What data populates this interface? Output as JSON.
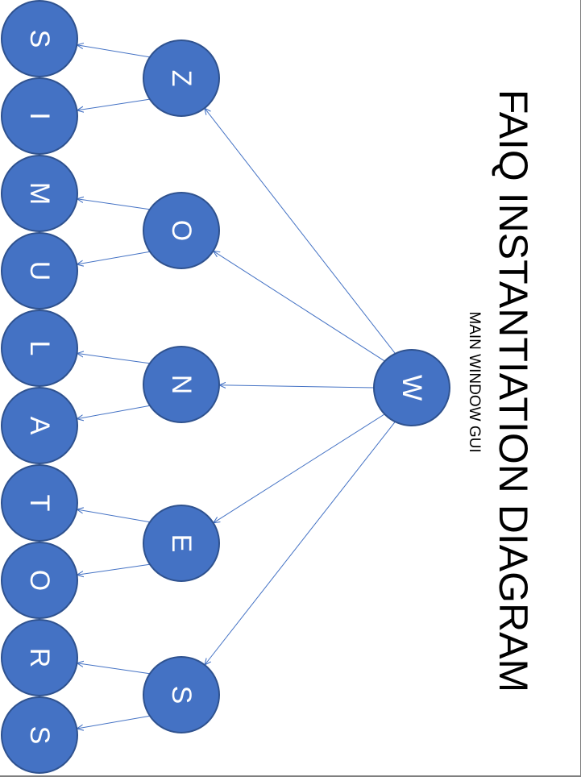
{
  "diagram": {
    "title": "FAIQ INSTANTIATION DIAGRAM",
    "subtitle": "MAIN WINDOW GUI",
    "node_fill": "#4472c4",
    "node_stroke": "#2f528f",
    "edge_color": "#4472c4",
    "text_color": "#000000",
    "root": {
      "id": "w",
      "label": "W"
    },
    "middle": [
      {
        "id": "z",
        "label": "Z"
      },
      {
        "id": "o",
        "label": "O"
      },
      {
        "id": "n",
        "label": "N"
      },
      {
        "id": "e",
        "label": "E"
      },
      {
        "id": "s",
        "label": "S"
      }
    ],
    "leaves": [
      {
        "id": "s1",
        "label": "S"
      },
      {
        "id": "i",
        "label": "I"
      },
      {
        "id": "m",
        "label": "M"
      },
      {
        "id": "u",
        "label": "U"
      },
      {
        "id": "l",
        "label": "L"
      },
      {
        "id": "a",
        "label": "A"
      },
      {
        "id": "t",
        "label": "T"
      },
      {
        "id": "o2",
        "label": "O"
      },
      {
        "id": "r",
        "label": "R"
      },
      {
        "id": "s2",
        "label": "S"
      }
    ],
    "edges": [
      {
        "from": "w",
        "to": "z"
      },
      {
        "from": "w",
        "to": "o"
      },
      {
        "from": "w",
        "to": "n"
      },
      {
        "from": "w",
        "to": "e"
      },
      {
        "from": "w",
        "to": "s"
      },
      {
        "from": "z",
        "to": "s1"
      },
      {
        "from": "z",
        "to": "i"
      },
      {
        "from": "o",
        "to": "m"
      },
      {
        "from": "o",
        "to": "u"
      },
      {
        "from": "n",
        "to": "l"
      },
      {
        "from": "n",
        "to": "a"
      },
      {
        "from": "e",
        "to": "t"
      },
      {
        "from": "e",
        "to": "o2"
      },
      {
        "from": "s",
        "to": "r"
      },
      {
        "from": "s",
        "to": "s2"
      }
    ]
  }
}
